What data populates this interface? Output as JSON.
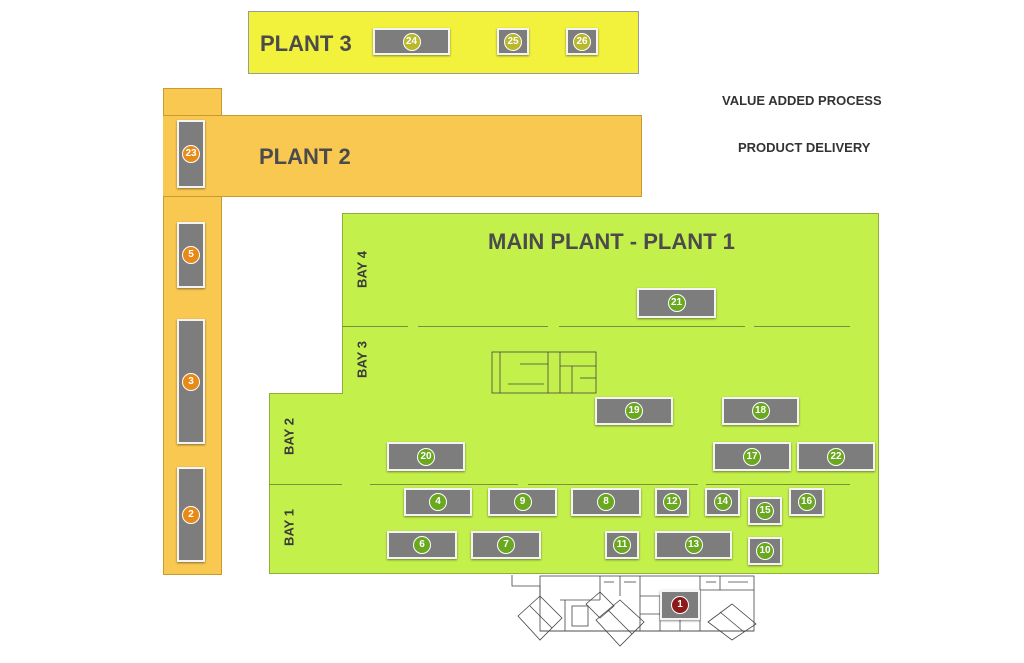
{
  "plants": {
    "plant3": "PLANT 3",
    "plant2": "PLANT 2",
    "plant1": "MAIN PLANT - PLANT 1"
  },
  "legend": {
    "value_added": "VALUE ADDED PROCESS",
    "product_delivery": "PRODUCT DELIVERY"
  },
  "bays": {
    "bay4": "BAY 4",
    "bay3": "BAY 3",
    "bay2": "BAY 2",
    "bay1": "BAY 1"
  },
  "stations": {
    "s1": "1",
    "s2": "2",
    "s3": "3",
    "s4": "4",
    "s5": "5",
    "s6": "6",
    "s7": "7",
    "s8": "8",
    "s9": "9",
    "s10": "10",
    "s11": "11",
    "s12": "12",
    "s13": "13",
    "s14": "14",
    "s15": "15",
    "s16": "16",
    "s17": "17",
    "s18": "18",
    "s19": "19",
    "s20": "20",
    "s21": "21",
    "s22": "22",
    "s23": "23",
    "s24": "24",
    "s25": "25",
    "s26": "26"
  },
  "colors": {
    "plant3": "#f2f23c",
    "plant2": "#f8c850",
    "plant1": "#c4f04c",
    "station": "#7d7d7d",
    "badge_plant3": "#b8b82a",
    "badge_plant2": "#e88a18",
    "badge_plant1": "#6aa820",
    "badge_entry": "#8c1a1a"
  }
}
